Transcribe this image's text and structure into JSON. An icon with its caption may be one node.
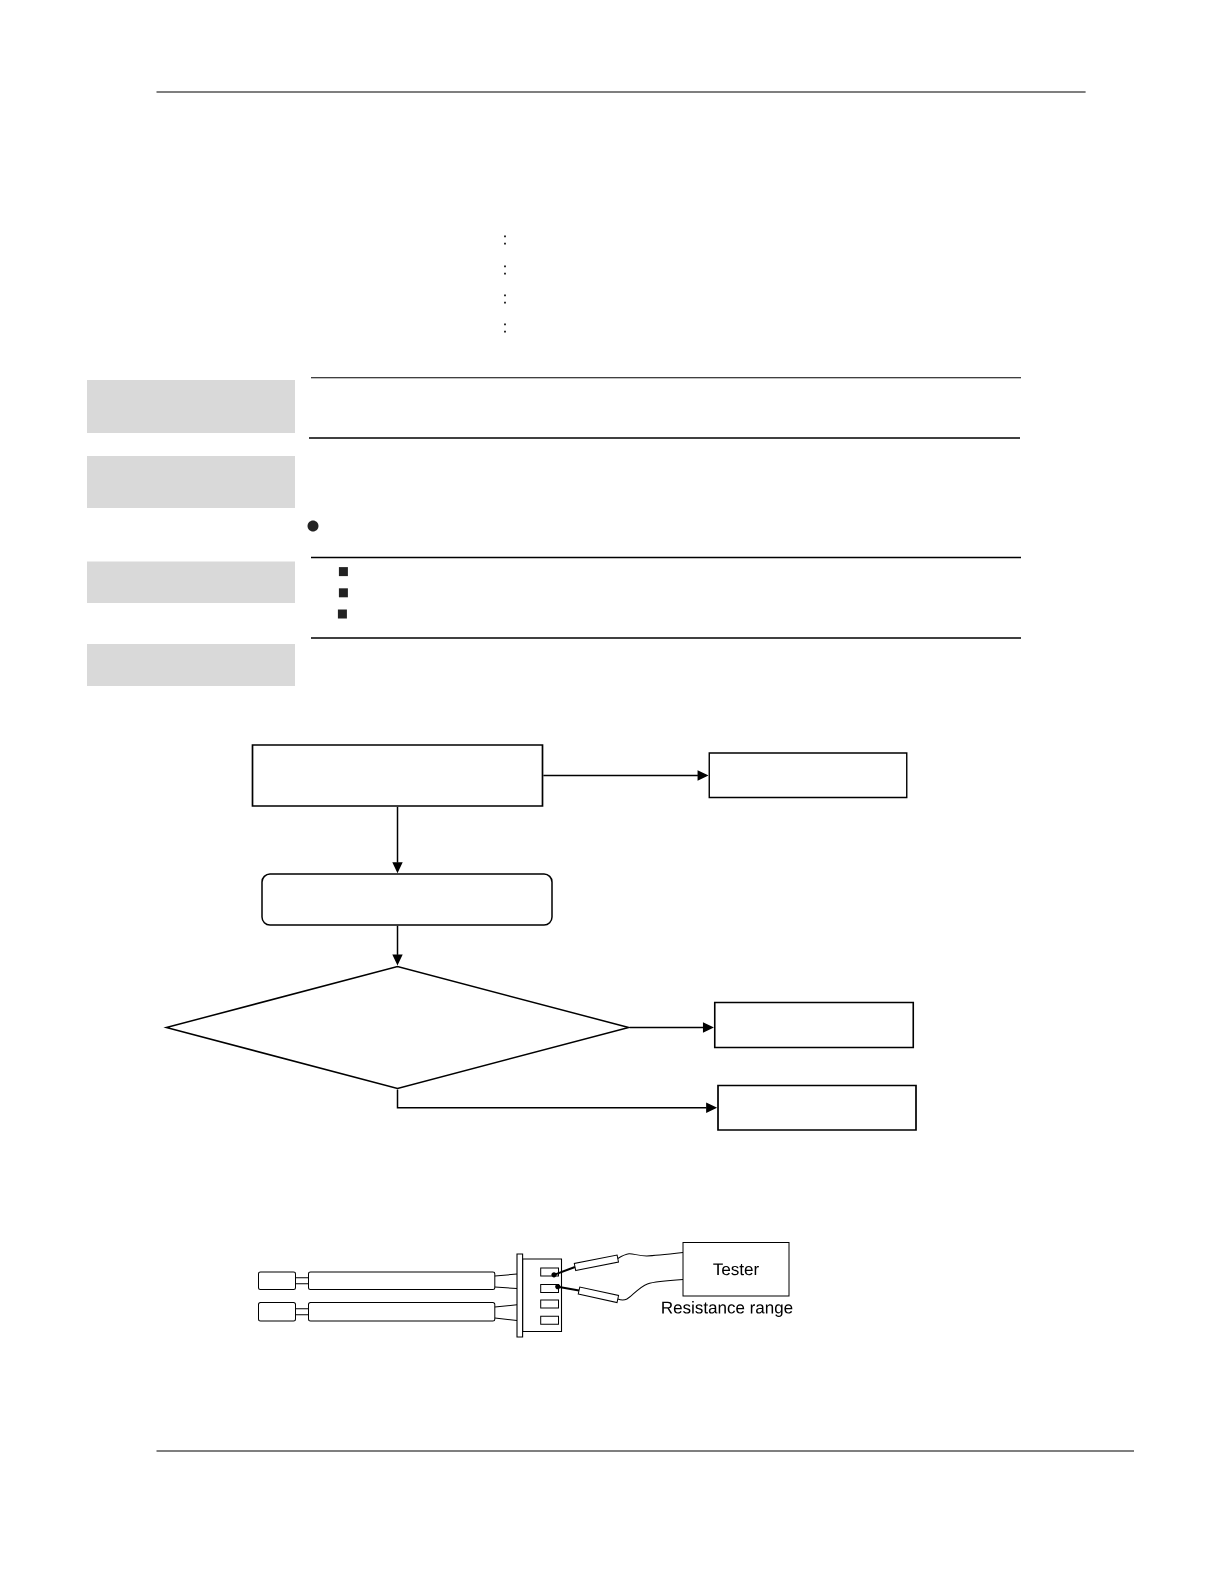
{
  "diagram": {
    "nodes": [
      {
        "text": [],
        "shape": "bar"
      },
      {
        "text": [],
        "shape": "bar"
      },
      {
        "text": [],
        "shape": "bar"
      },
      {
        "text": [],
        "shape": "bar"
      },
      {
        "text": [],
        "shape": "box"
      },
      {
        "text": [],
        "shape": "box"
      },
      {
        "text": [],
        "shape": "box"
      },
      {
        "text": [],
        "shape": "diamond"
      },
      {
        "text": [],
        "shape": "box"
      },
      {
        "text": [],
        "shape": "box"
      },
      {
        "text": [
          "Tester"
        ],
        "beside": [
          "Resistance range"
        ]
      }
    ],
    "edges": [
      {
        "from": 4,
        "to": 5,
        "arrow": "to"
      },
      {
        "from": 4,
        "to": 6,
        "arrow": "to"
      },
      {
        "from": 6,
        "to": 7,
        "arrow": "to"
      },
      {
        "from": 7,
        "to": 8,
        "arrow": "to"
      },
      {
        "from": 7,
        "to": 9,
        "arrow": "to"
      }
    ],
    "labels": [
      ":",
      ":",
      ":",
      ":"
    ]
  }
}
